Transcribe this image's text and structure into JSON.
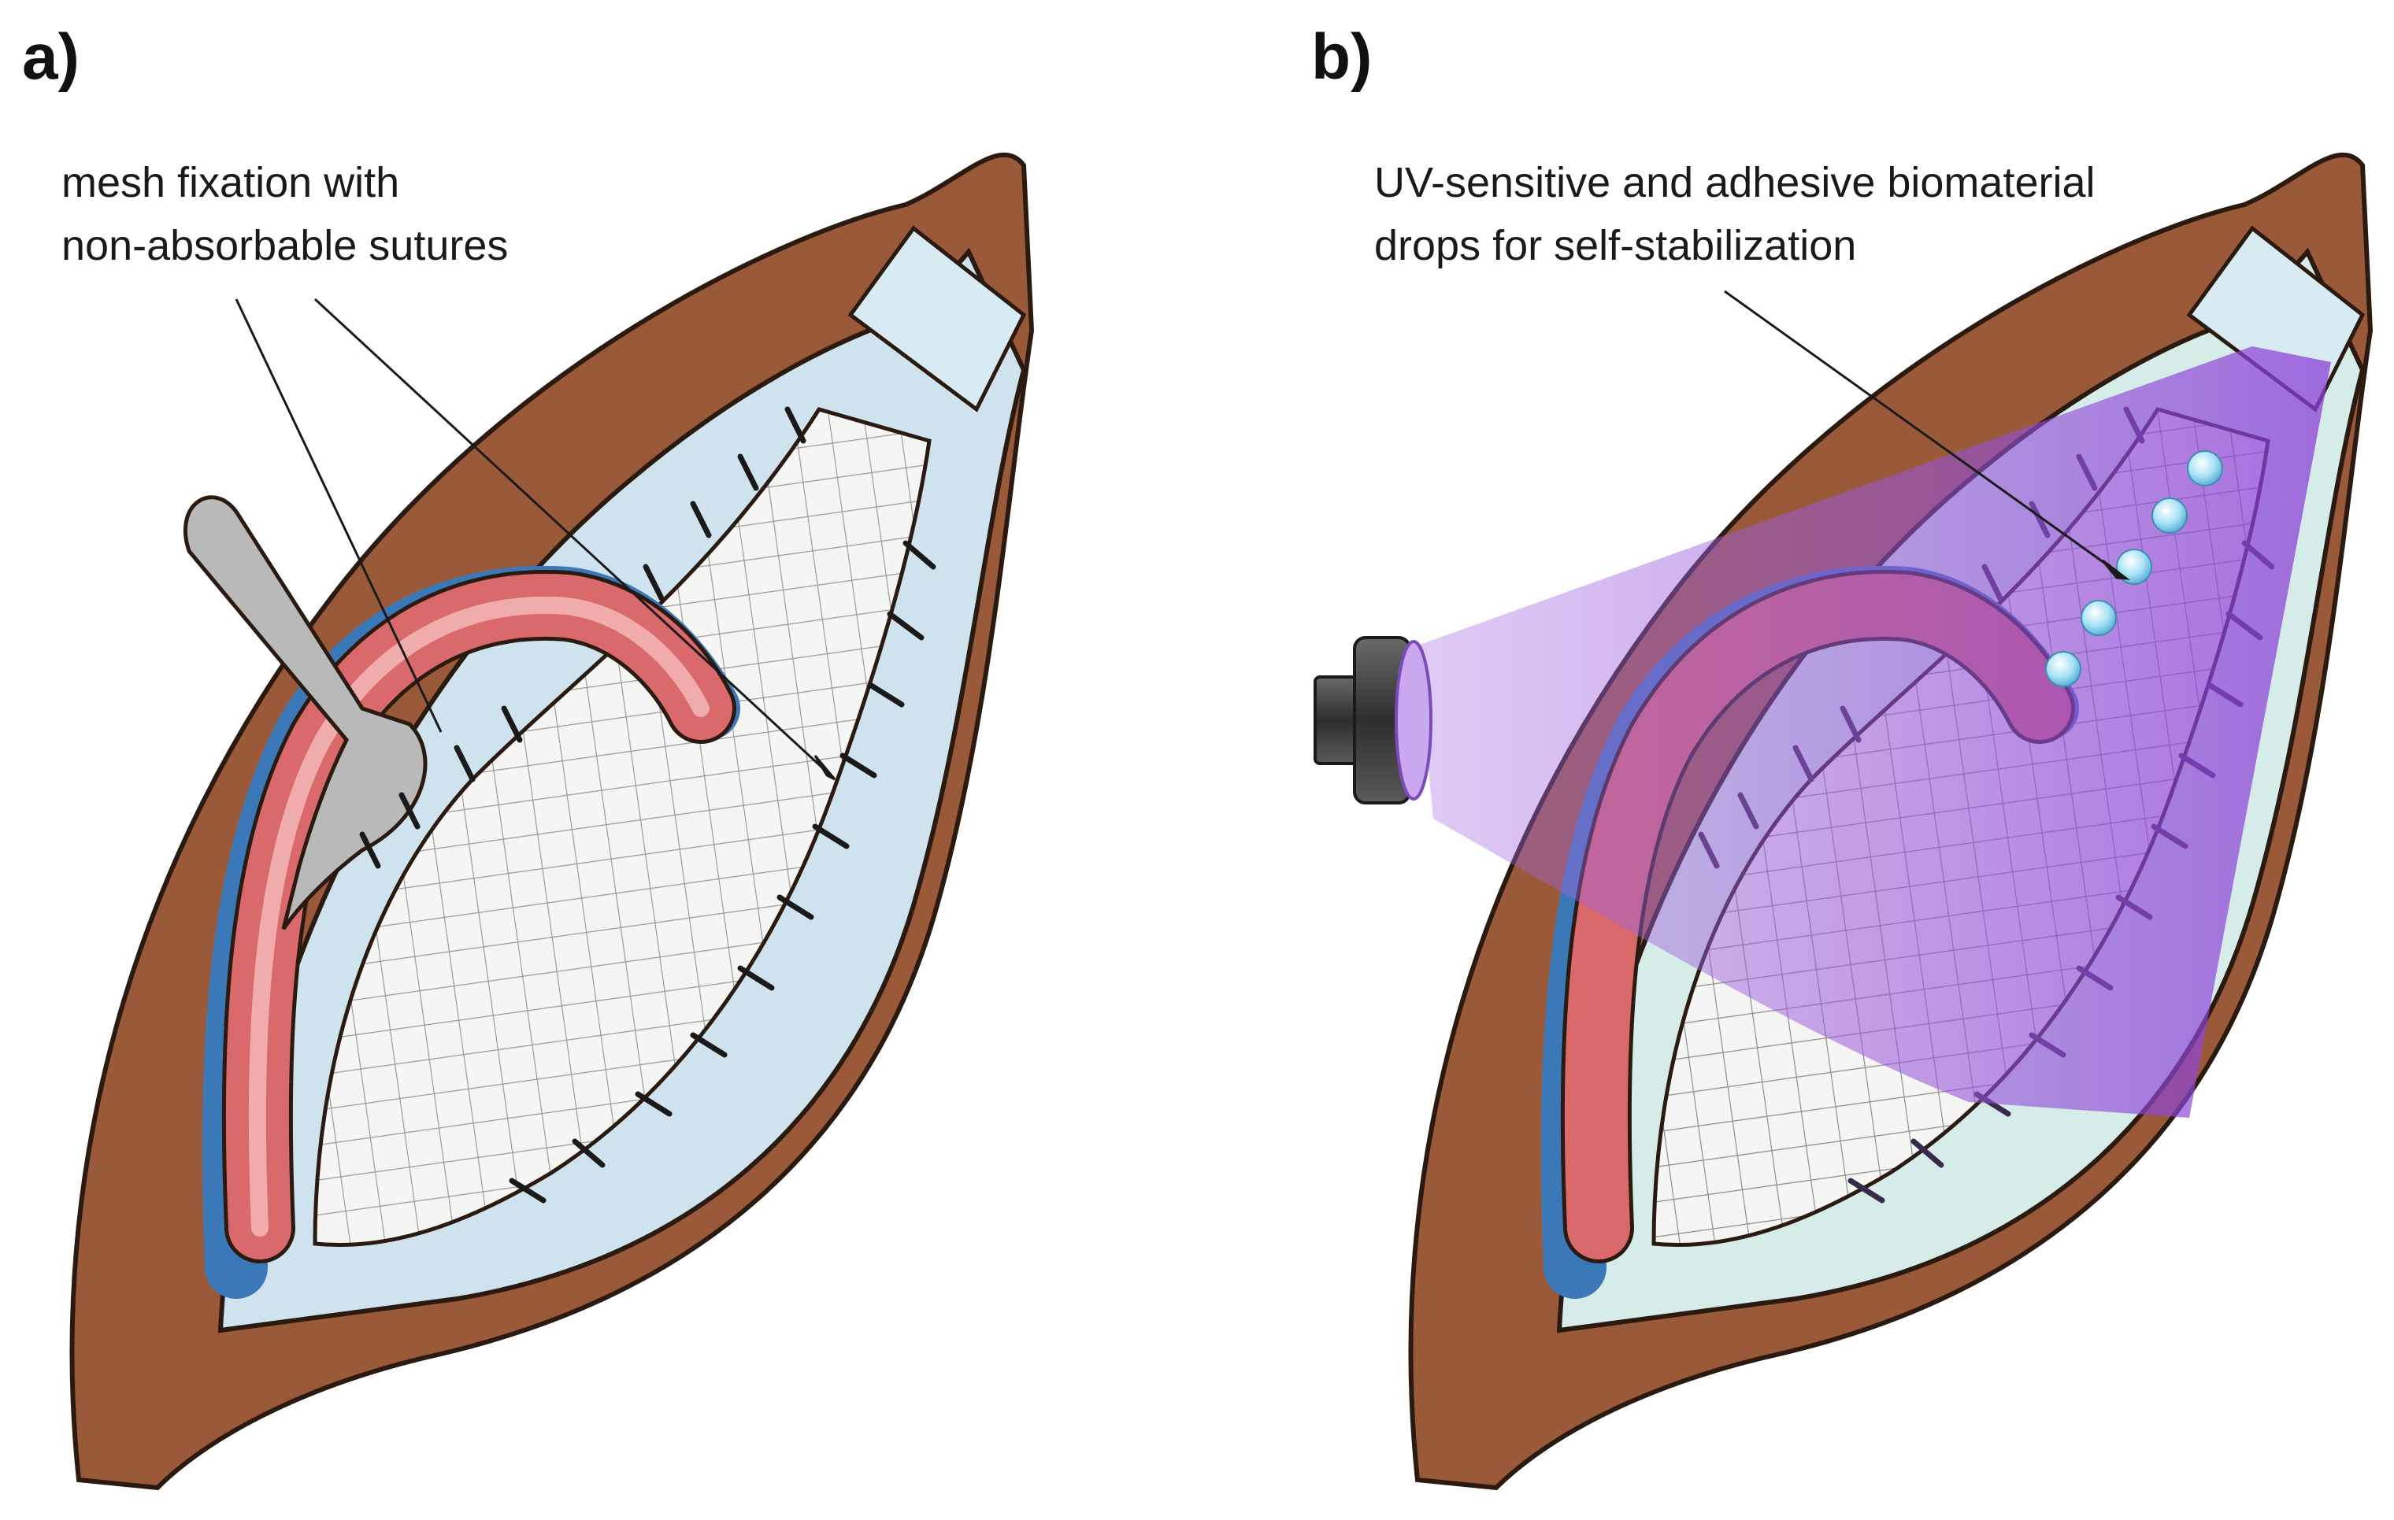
{
  "figure": {
    "panel_a": {
      "label": "a)",
      "annotation_line1": "mesh fixation with",
      "annotation_line2": "non-absorbable sutures"
    },
    "panel_b": {
      "label": "b)",
      "annotation_line1": "UV-sensitive and adhesive biomaterial",
      "annotation_line2": "drops for self-stabilization"
    }
  },
  "colors": {
    "skin": "#9a5a3a",
    "skin_outline": "#2a1a10",
    "cavity": "#cfe3ef",
    "mesh_fill": "#f4f4f2",
    "mesh_grid": "#9a9a9a",
    "vessel": "#d9696b",
    "vessel_shadow": "#3b78b8",
    "retractor": "#b9b9b9",
    "suture": "#1a1a1a",
    "uv_beam": "#8a3fd6",
    "uv_drop": "#9fdcf2",
    "lamp": "#4a4a4a"
  },
  "icons": {
    "retractor": "surgical-retractor-hook",
    "uv_lamp": "uv-light-source"
  }
}
